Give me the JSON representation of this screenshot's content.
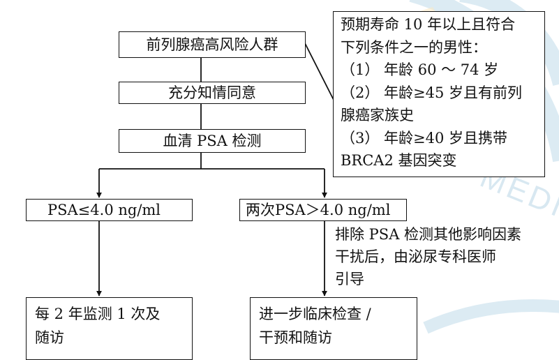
{
  "flowchart": {
    "high_risk": "前列腺癌高风险人群",
    "consent": "充分知情同意",
    "psa_test": "血清 PSA 检测",
    "low_psa": "PSA≤4.0 ng/ml",
    "high_psa": "两次PSA＞4.0 ng/ml",
    "monitor": [
      "每 2 年监测 1 次及",
      "随访"
    ],
    "further": [
      "进一步临床检查 /",
      "干预和随访"
    ],
    "criteria": [
      "预期寿命 10 年以上且符合",
      "下列条件之一的男性：",
      "（1） 年龄 60 ～ 74 岁",
      "（2） 年龄≥45 岁且有前列",
      "腺癌家族史",
      "（3） 年龄≥40 岁且携带",
      "BRCA2 基因突变"
    ],
    "exclusion_note": [
      "排除 PSA 检测其他影响因素",
      "干扰后，由泌尿专科医师",
      "引导"
    ]
  },
  "watermark": {
    "text": "MEDIC",
    "color": "#cfe3ee"
  }
}
